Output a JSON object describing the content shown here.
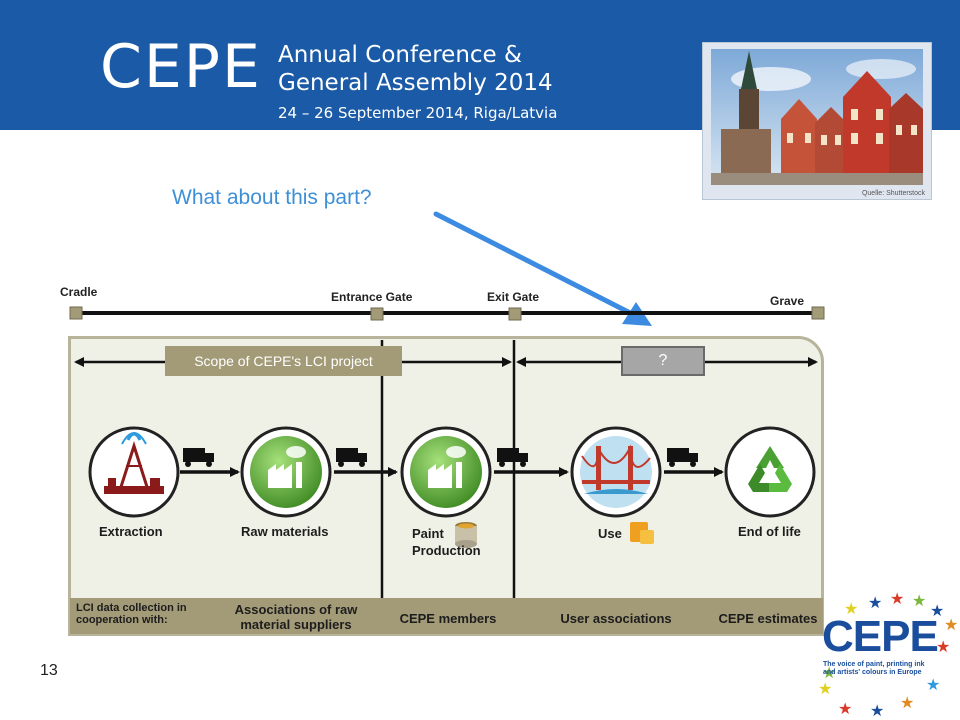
{
  "header": {
    "brand": "CEPE",
    "line1": "Annual Conference &",
    "line2": "General Assembly 2014",
    "line3": "24 – 26 September 2014, Riga/Latvia",
    "photo_credit": "Quelle: Shutterstock"
  },
  "question": "What about this part?",
  "timeline": {
    "cradle": "Cradle",
    "entrance_gate": "Entrance Gate",
    "exit_gate": "Exit Gate",
    "grave": "Grave"
  },
  "scope_label": "Scope of CEPE's LCI project",
  "unknown_label": "?",
  "stages": {
    "extraction": "Extraction",
    "raw_materials": "Raw materials",
    "paint_line1": "Paint",
    "paint_line2": "Production",
    "use": "Use",
    "end_of_life": "End of life"
  },
  "bottom_bar": {
    "intro_line1": "LCI data collection in",
    "intro_line2": "cooperation with:",
    "assoc_line1": "Associations of raw",
    "assoc_line2": "material suppliers",
    "members": "CEPE members",
    "users": "User associations",
    "estimates": "CEPE estimates"
  },
  "slide_number": "13",
  "logo": {
    "name": "CEPE",
    "tagline_line1": "The voice of paint, printing ink",
    "tagline_line2": "and artists' colours in Europe"
  },
  "colors": {
    "header_blue": "#1a5aa6",
    "question_blue": "#3e8fd6",
    "arrow_blue": "#3d8be0",
    "olive": "#a39b78",
    "panel_bg": "#f0f1e6",
    "icon_green": "#5aa636",
    "extraction_red": "#8b1a1a"
  }
}
